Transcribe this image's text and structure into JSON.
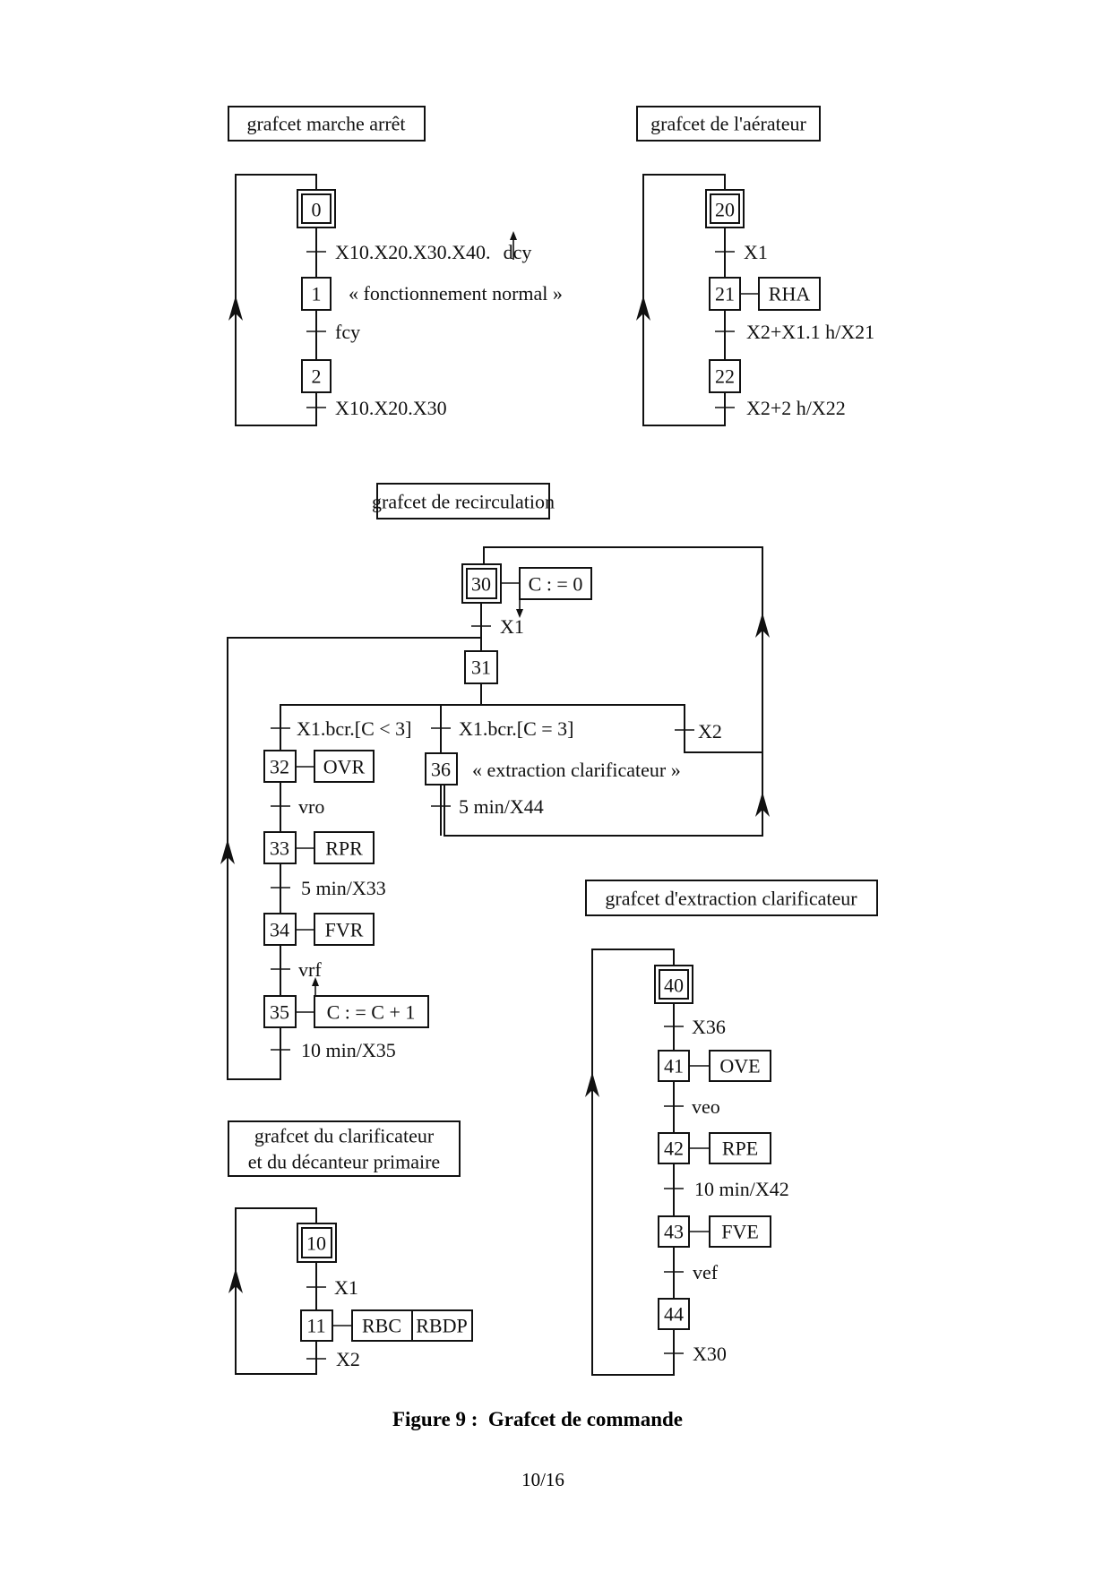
{
  "figure": {
    "caption": "Figure 9 :  Grafcet de commande",
    "page_number": "10/16"
  },
  "grafcets": {
    "marche_arret": {
      "title": "grafcet marche arrêt",
      "steps": {
        "s0": "0",
        "s1": "1",
        "s2": "2"
      },
      "step1_comment": "« fonctionnement normal »",
      "transitions": {
        "t0": "X10.X20.X30.X40.",
        "t0_edge": "dcy",
        "t1": "fcy",
        "t2": "X10.X20.X30"
      }
    },
    "aerateur": {
      "title": "grafcet de l'aérateur",
      "steps": {
        "s20": "20",
        "s21": "21",
        "s22": "22"
      },
      "actions": {
        "a21": "RHA"
      },
      "transitions": {
        "t20": "X1",
        "t21": "X2+X1.1 h/X21",
        "t22": "X2+2 h/X22"
      }
    },
    "recirculation": {
      "title": "grafcet de recirculation",
      "steps": {
        "s30": "30",
        "s31": "31",
        "s32": "32",
        "s33": "33",
        "s34": "34",
        "s35": "35",
        "s36": "36"
      },
      "actions": {
        "a30": "C : = 0",
        "a32": "OVR",
        "a33": "RPR",
        "a34": "FVR",
        "a35": "C : = C + 1"
      },
      "step36_comment": "« extraction clarificateur »",
      "transitions": {
        "t30": "X1",
        "t31a": "X1.bcr.[C < 3]",
        "t31b": "X1.bcr.[C = 3]",
        "t31c": "X2",
        "t32": "vro",
        "t33": "5 min/X33",
        "t34": "vrf",
        "t35": "10 min/X35",
        "t36": "5 min/X44"
      }
    },
    "extraction": {
      "title": "grafcet d'extraction clarificateur",
      "steps": {
        "s40": "40",
        "s41": "41",
        "s42": "42",
        "s43": "43",
        "s44": "44"
      },
      "actions": {
        "a41": "OVE",
        "a42": "RPE",
        "a43": "FVE"
      },
      "transitions": {
        "t40": "X36",
        "t41": "veo",
        "t42": "10 min/X42",
        "t43": "vef",
        "t44": "X30"
      }
    },
    "clarificateur": {
      "title_line1": "grafcet du clarificateur",
      "title_line2": "et du décanteur primaire",
      "steps": {
        "s10": "10",
        "s11": "11"
      },
      "actions": {
        "a11a": "RBC",
        "a11b": "RBDP"
      },
      "transitions": {
        "t10": "X1",
        "t11": "X2"
      }
    }
  }
}
